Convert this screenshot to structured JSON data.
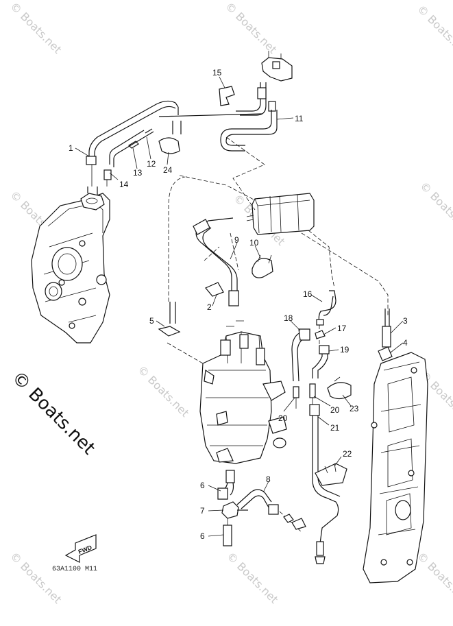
{
  "watermarks": [
    "© Boats.net",
    "© Boats.net",
    "© Boats.net",
    "© Boats.net",
    "© Boats.net",
    "© Boats.net",
    "© Boats.net",
    "© Boats.net",
    "© Boats.net",
    "© Boats.net",
    "© Boats.net",
    "© Boats.net"
  ],
  "brand_watermark": "© Boats.net",
  "fwd_label": "FWD",
  "diagram_code": "63A1100 M11",
  "callouts": {
    "c1": "1",
    "c2": "2",
    "c3": "3",
    "c4": "4",
    "c5": "5",
    "c6a": "6",
    "c6b": "6",
    "c7": "7",
    "c8": "8",
    "c9": "9",
    "c10": "10",
    "c11": "11",
    "c12": "12",
    "c13": "13",
    "c14": "14",
    "c15": "15",
    "c16": "16",
    "c17": "17",
    "c18": "18",
    "c19": "19",
    "c20a": "20",
    "c20b": "20",
    "c21": "21",
    "c22": "22",
    "c23": "23",
    "c24": "24"
  }
}
